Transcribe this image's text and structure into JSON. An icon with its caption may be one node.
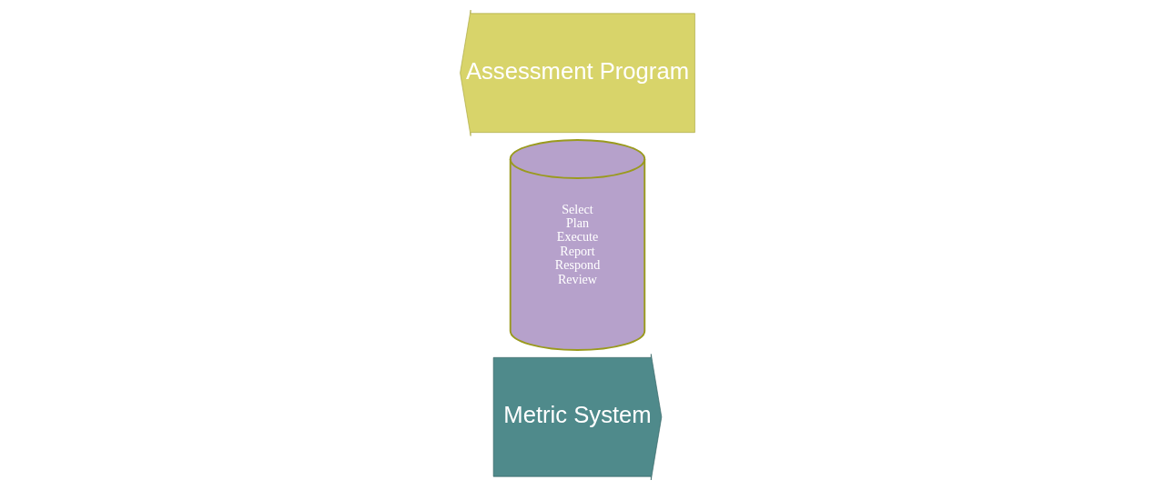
{
  "diagram": {
    "nodes": [
      {
        "text": [
          "Metric System"
        ]
      },
      {
        "text": [
          "Select",
          "Plan",
          "Execute",
          "Report",
          "Respond",
          "Review"
        ]
      },
      {
        "text": [
          "Assessment Program"
        ]
      }
    ]
  }
}
